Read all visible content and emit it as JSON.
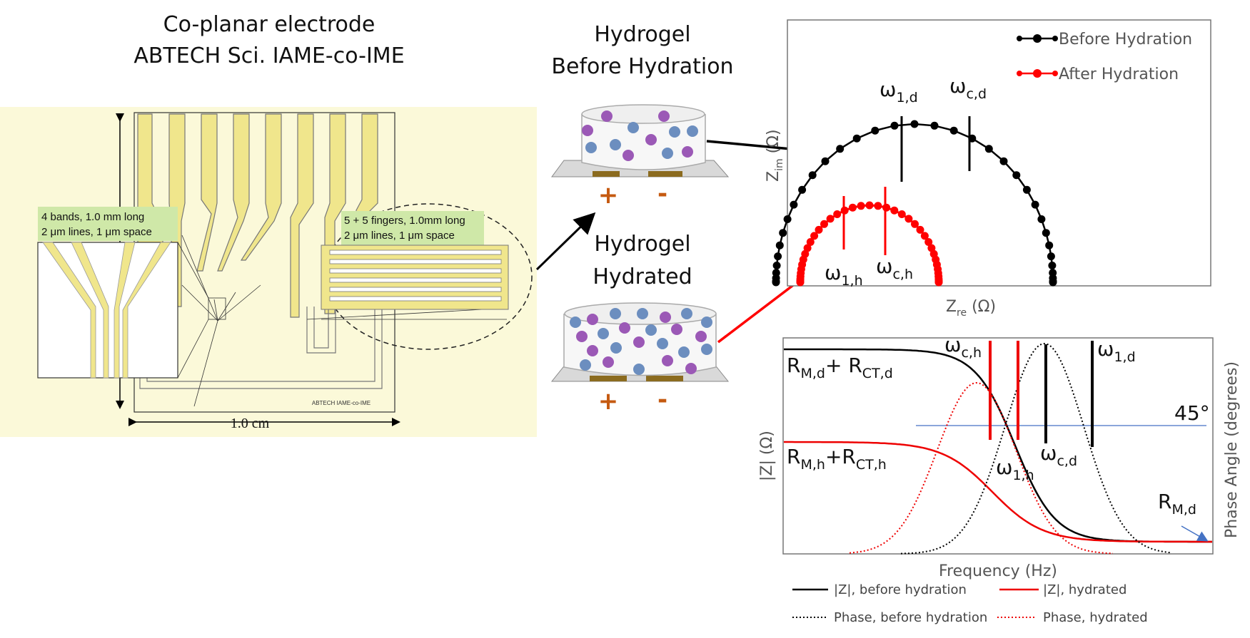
{
  "electrode": {
    "title_line1": "Co-planar electrode",
    "title_line2": "ABTECH Sci. IAME-co-IME",
    "callout_left_line1": "4 bands, 1.0 mm long",
    "callout_left_line2": "2 μm lines, 1 μm space",
    "callout_right_line1": "5 + 5 fingers, 1.0mm long",
    "callout_right_line2": "2 μm lines, 1 μm space",
    "chip_label": "ABTECH IAME-co-IME",
    "scale_label": "1.0 cm"
  },
  "hydrogel": {
    "dry_line1": "Hydrogel",
    "dry_line2": "Before Hydration",
    "wet_line1": "Hydrogel",
    "wet_line2": "Hydrated",
    "plus": "+",
    "minus": "-"
  },
  "nyquist": {
    "legend_dry": "Before Hydration",
    "legend_wet": "After Hydration",
    "x_label": "Z",
    "x_sub": "re",
    "x_unit": " (Ω)",
    "y_label": "Z",
    "y_sub": "im",
    "y_unit": " (Ω)",
    "w1d": "ω",
    "w1d_sub": "1,d",
    "wcd": "ω",
    "wcd_sub": "c,d",
    "w1h": "ω",
    "w1h_sub": "1,h",
    "wch": "ω",
    "wch_sub": "c,h"
  },
  "bode": {
    "x_label": "Frequency (Hz)",
    "y_left": "|Z| (Ω)",
    "y_right": "Phase Angle (degrees)",
    "angle_45": "45°",
    "rmd_rct_a": "R",
    "rmd_rct_a_sub": "M,d",
    "rmd_rct_b": "+ R",
    "rmd_rct_b_sub": "CT,d",
    "rmh_rct_a": "R",
    "rmh_rct_a_sub": "M,h",
    "rmh_rct_b": "+R",
    "rmh_rct_b_sub": "CT,h",
    "rmd": "R",
    "rmd_sub": "M,d",
    "wch": "ω",
    "wch_sub": "c,h",
    "w1d": "ω",
    "w1d_sub": "1,d",
    "wcd": "ω",
    "wcd_sub": "c,d",
    "w1h": "ω",
    "w1h_sub": "1,h",
    "legend_z_dry": "|Z|, before hydration",
    "legend_z_wet": "|Z|, hydrated",
    "legend_p_dry": "Phase, before hydration",
    "legend_p_wet": "Phase, hydrated"
  },
  "colors": {
    "dry": "#000000",
    "wet": "#ff0000",
    "gold": "#f0e68c",
    "chip_bg": "#fbf9d9",
    "anion": "#9b59b6",
    "cation": "#6c8ebf",
    "accent": "#c55a11",
    "ref45": "#4472c4"
  }
}
